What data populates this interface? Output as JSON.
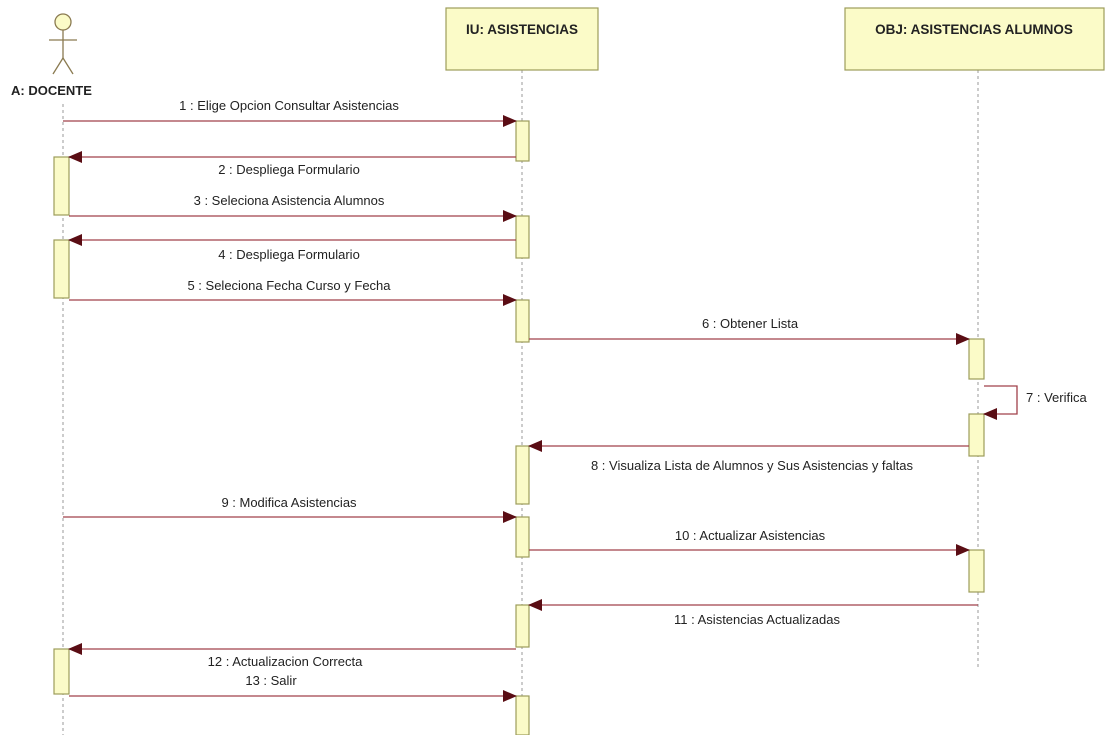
{
  "actor": {
    "label": "A: DOCENTE"
  },
  "lifelines": [
    {
      "label": "IU: ASISTENCIAS"
    },
    {
      "label": "OBJ: ASISTENCIAS ALUMNOS"
    }
  ],
  "messages": [
    {
      "label": "1 : Elige Opcion Consultar Asistencias"
    },
    {
      "label": "2 : Despliega Formulario"
    },
    {
      "label": "3 : Seleciona Asistencia Alumnos"
    },
    {
      "label": "4 : Despliega Formulario"
    },
    {
      "label": "5 : Seleciona Fecha  Curso y Fecha"
    },
    {
      "label": "6 : Obtener Lista"
    },
    {
      "label": "7 : Verifica"
    },
    {
      "label": "8 : Visualiza Lista de Alumnos y Sus Asistencias y faltas"
    },
    {
      "label": "9 : Modifica Asistencias"
    },
    {
      "label": "10 : Actualizar Asistencias"
    },
    {
      "label": "11 : Asistencias Actualizadas"
    },
    {
      "label": "12 : Actualizacion Correcta"
    },
    {
      "label": "13 : Salir"
    }
  ],
  "colors": {
    "message_line": "#a0404a",
    "arrowhead": "#5a0d14",
    "box_fill": "#fbfbc8",
    "box_stroke": "#9c9c5a",
    "lifeline": "#9a9a9a"
  }
}
